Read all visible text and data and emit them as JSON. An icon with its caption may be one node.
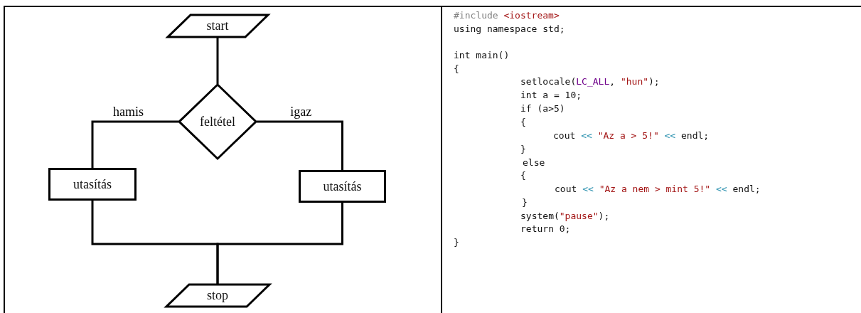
{
  "diagram": {
    "nodes": [
      {
        "text": [
          "start"
        ]
      },
      {
        "text": [
          "feltétel"
        ]
      },
      {
        "text": [
          "utasítás"
        ]
      },
      {
        "text": [
          "utasítás"
        ]
      },
      {
        "text": [
          "stop"
        ]
      }
    ],
    "edges": [
      {
        "from": 0,
        "to": 1,
        "arrow": "none"
      },
      {
        "from": 1,
        "to": 2,
        "arrow": "none",
        "label": "hamis"
      },
      {
        "from": 1,
        "to": 3,
        "arrow": "none",
        "label": "igaz"
      },
      {
        "from": 2,
        "to": 4,
        "arrow": "none"
      },
      {
        "from": 3,
        "to": 4,
        "arrow": "none"
      }
    ],
    "labels": [
      "#include <iostream>",
      "using namespace std;",
      "int main()",
      "{",
      "setlocale(LC_ALL, \"hun\");",
      "int a = 10;",
      "if (a>5)",
      "{",
      "cout << \"Az a > 5!\" << endl;",
      "}",
      "else",
      "{",
      "cout << \"Az a nem > mint 5!\" << endl;",
      "}",
      "system(\"pause\");",
      "return 0;",
      "}"
    ]
  }
}
